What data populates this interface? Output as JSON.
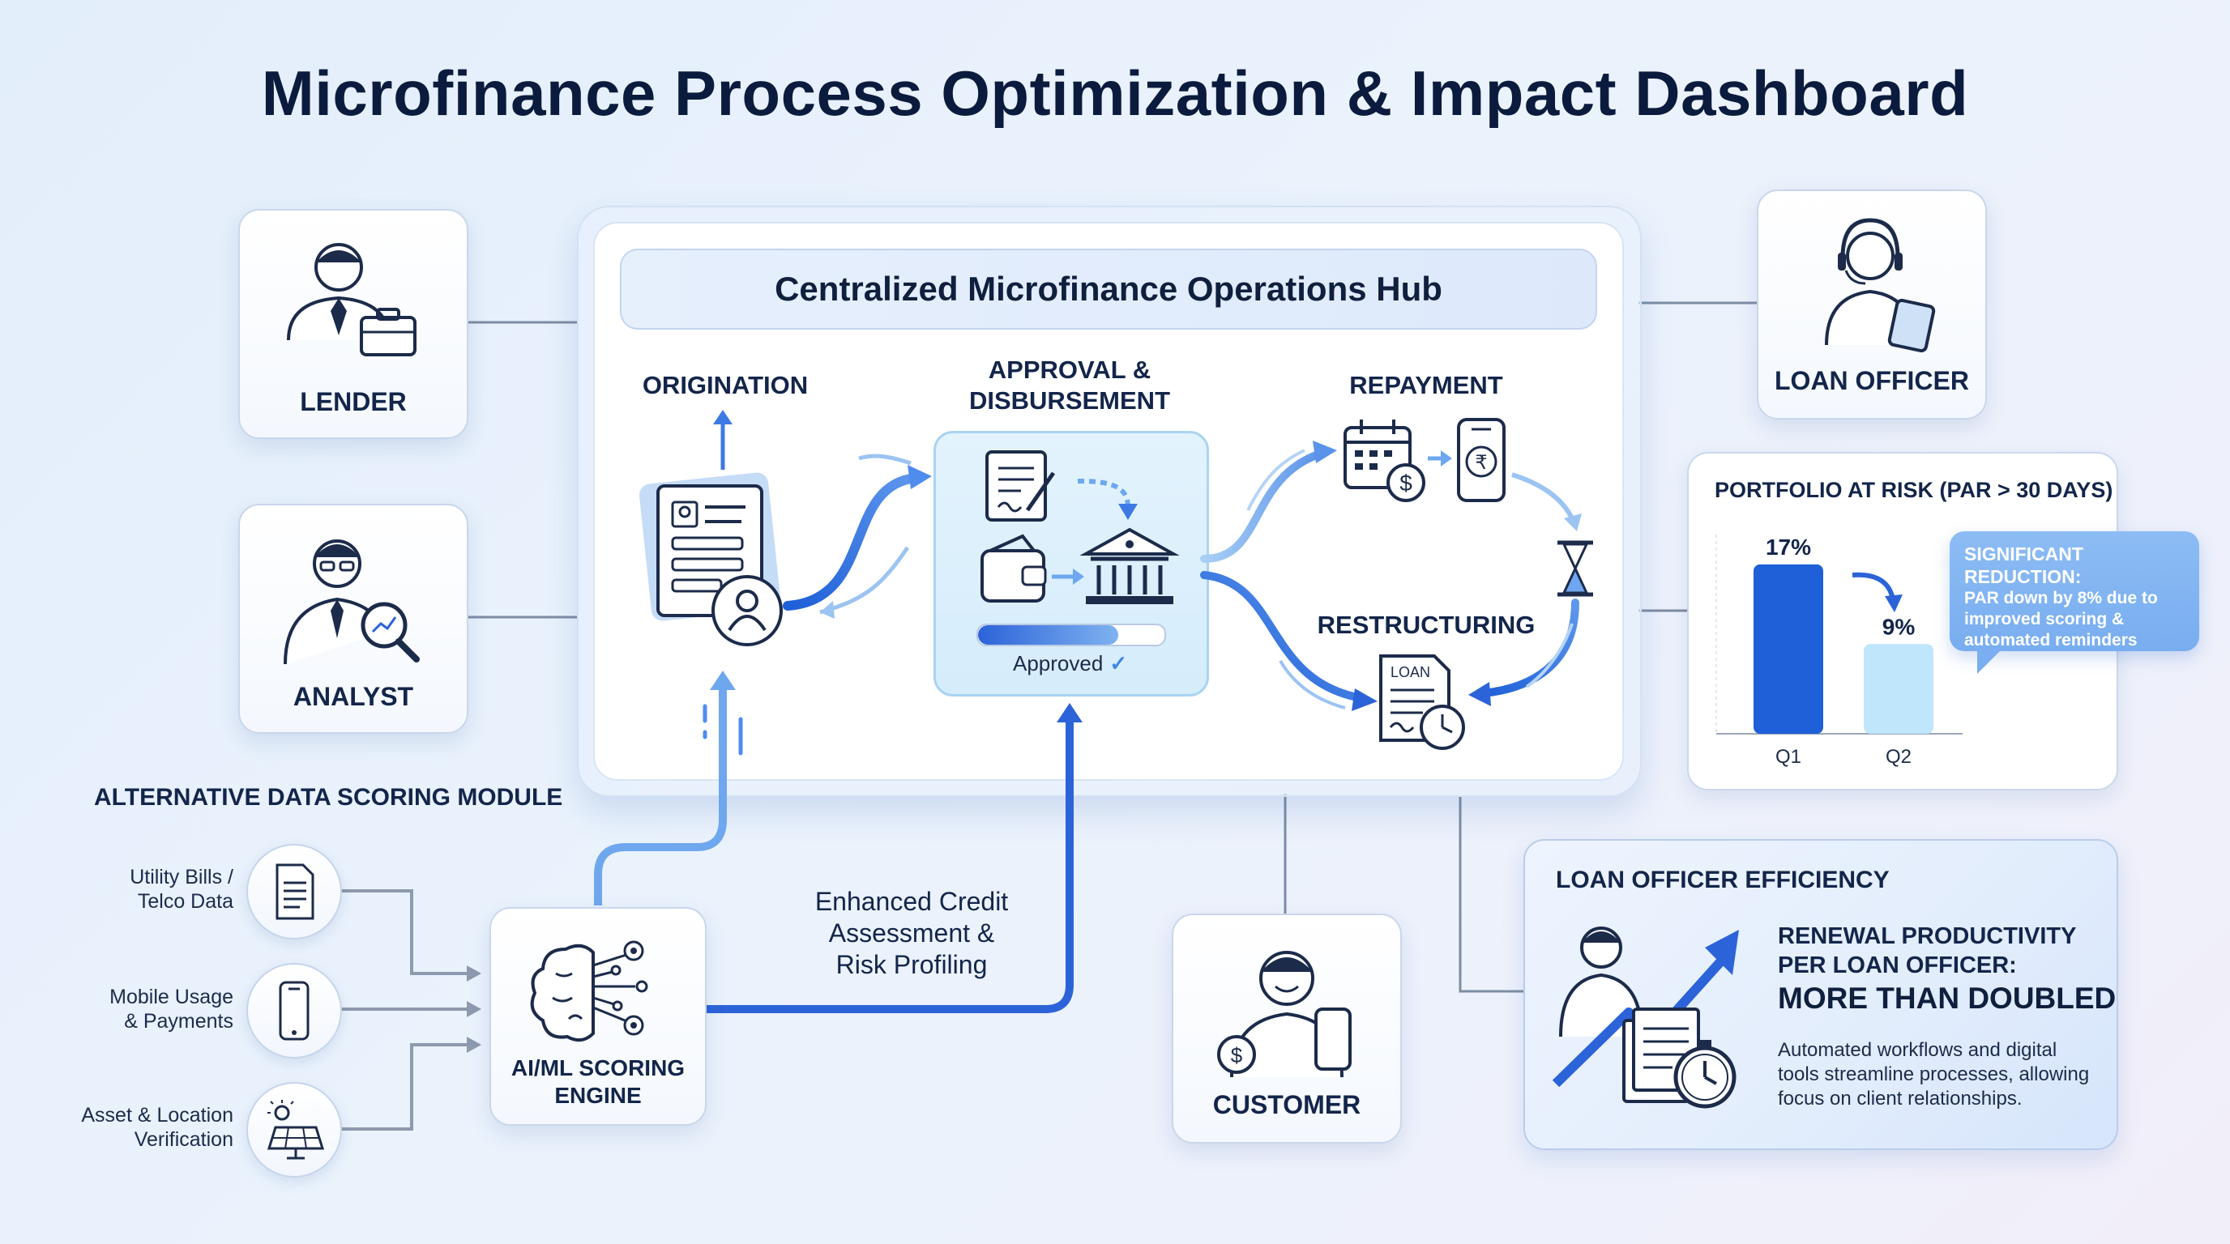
{
  "title": "Microfinance Process Optimization & Impact Dashboard",
  "hub": {
    "title": "Centralized Microfinance Operations Hub",
    "stages": {
      "origination": "ORIGINATION",
      "approval_line1": "APPROVAL &",
      "approval_line2": "DISBURSEMENT",
      "repayment": "REPAYMENT",
      "restructuring": "RESTRUCTURING"
    },
    "approved_label": "Approved",
    "approved_progress": 0.75,
    "loan_doc_label": "LOAN"
  },
  "actors": {
    "lender": "LENDER",
    "analyst": "ANALYST",
    "loan_officer": "LOAN OFFICER",
    "customer": "CUSTOMER"
  },
  "alt_data": {
    "title": "ALTERNATIVE DATA SCORING MODULE",
    "sources": [
      {
        "line1": "Utility Bills /",
        "line2": "Telco Data",
        "icon": "document-icon"
      },
      {
        "line1": "Mobile Usage",
        "line2": "& Payments",
        "icon": "mobile-phone-icon"
      },
      {
        "line1": "Asset & Location",
        "line2": "Verification",
        "icon": "solar-panel-icon"
      }
    ],
    "engine_line1": "AI/ML SCORING",
    "engine_line2": "ENGINE"
  },
  "credit_assessment": {
    "line1": "Enhanced Credit",
    "line2": "Assessment &",
    "line3": "Risk Profiling"
  },
  "chart_data": {
    "type": "bar",
    "title": "PORTFOLIO AT RISK (PAR > 30 DAYS)",
    "categories": [
      "Q1",
      "Q2"
    ],
    "values": [
      17,
      9
    ],
    "value_labels": [
      "17%",
      "9%"
    ],
    "ylim": [
      0,
      20
    ],
    "colors": [
      "#1f5fd8",
      "#bfe6fb"
    ],
    "grid": false,
    "annotation": {
      "title": "SIGNIFICANT REDUCTION:",
      "line1": "PAR down by 8% due to",
      "line2": "improved scoring &",
      "line3": "automated reminders"
    }
  },
  "efficiency": {
    "title": "LOAN OFFICER EFFICIENCY",
    "head_line1": "RENEWAL PRODUCTIVITY",
    "head_line2": "PER LOAN OFFICER:",
    "highlight": "MORE THAN DOUBLED",
    "body_line1": "Automated workflows and digital",
    "body_line2": "tools streamline processes, allowing",
    "body_line3": "focus on client relationships."
  },
  "colors": {
    "accent_blue": "#2c63d8",
    "light_blue": "#7fb2f0",
    "connector": "#7d8ca3"
  }
}
